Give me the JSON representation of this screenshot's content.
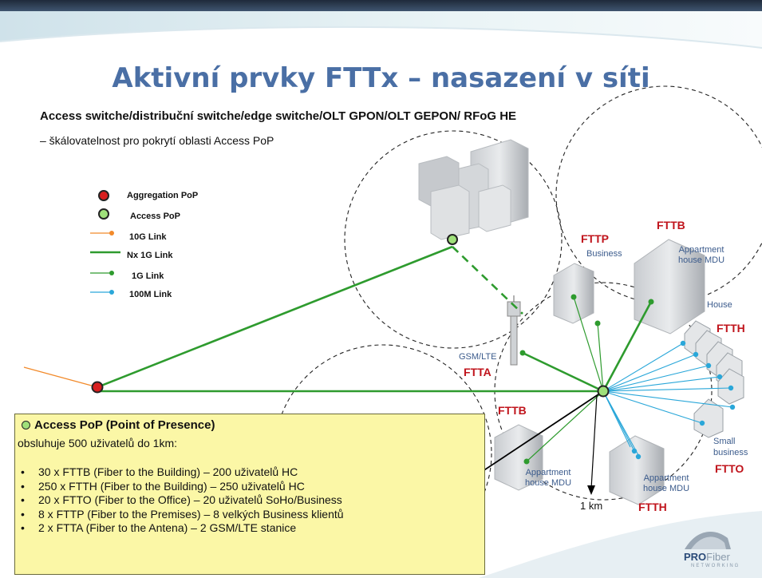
{
  "title": "Aktivní prvky FTTx – nasazení v síti",
  "subtitle": "Access switche/distribuční switche/edge switche/OLT GPON/OLT GEPON/ RFoG HE",
  "subtitle2": "– škálovatelnost pro pokrytí oblasti Access PoP",
  "legend": {
    "aggregation_pop": "Aggregation PoP",
    "access_pop": "Access PoP",
    "link_10g": "10G Link",
    "link_nx1g": "Nx 1G Link",
    "link_1g": "1G Link",
    "link_100m": "100M Link"
  },
  "labels": {
    "fttb_top": "FTTB",
    "fttp": "FTTP",
    "business": "Business",
    "appartment_top": "Appartment house MDU",
    "house": "House",
    "ftth_right": "FTTH",
    "gsm_lte": "GSM/LTE",
    "ftta": "FTTA",
    "fttb_bottom": "FTTB",
    "appartment_bottom_left": "Appartment house MDU",
    "appartment_bottom_right": "Appartment house MDU",
    "small_business": "Small business",
    "ftto": "FTTO",
    "one_km": "1 km",
    "ftth_bottom": "FTTH"
  },
  "infobox": {
    "heading": "Access PoP (Point of Presence)",
    "line2": "obsluhuje 500 uživatelů do 1km:",
    "items": [
      "30 x FTTB (Fiber to the Building) – 200 uživatelů HC",
      "250 x FTTH (Fiber to the Building) – 250 uživatelů HC",
      "20 x FTTO (Fiber to the Office) – 20 uživatelů  SoHo/Business",
      "8 x FTTP (Fiber to the Premises) – 8 velkých Business klientů",
      "2 x FTTA (Fiber to the Antena) – 2 GSM/LTE stanice"
    ]
  },
  "logo": {
    "text_bold": "PRO",
    "text_light": "Fiber",
    "tagline": "NETWORKING"
  },
  "colors": {
    "title": "#4a6fa5",
    "red_label": "#c0141c",
    "green_link": "#2e9b2e",
    "orange_link": "#f28a2a",
    "blue_link": "#2aa7d9",
    "aggregation_pop": "#d81e1e",
    "access_pop": "#9fe07a",
    "infobox_bg": "#fbf7a6"
  },
  "icons": [
    "aggregation-pop-icon",
    "access-pop-icon",
    "building-cluster-icon",
    "office-building-icon",
    "house-icon",
    "antenna-tower-icon",
    "profiber-logo-icon"
  ]
}
